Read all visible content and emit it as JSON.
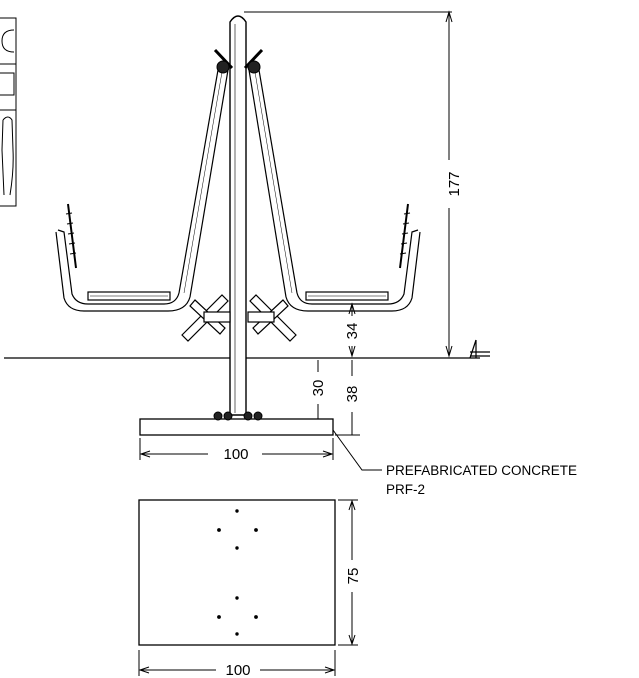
{
  "dimensions": {
    "height_total": "177",
    "seat_height": "34",
    "footing_depth": "38",
    "slab_offset": "30",
    "base_width_elevation": "100",
    "base_depth_plan": "75",
    "base_width_plan": "100"
  },
  "annotation": {
    "line1": "PREFABRICATED CONCRETE",
    "line2": "PRF-2"
  },
  "ground_symbol": "ground-level-icon",
  "colors": {
    "line": "#000000",
    "background": "#ffffff"
  }
}
